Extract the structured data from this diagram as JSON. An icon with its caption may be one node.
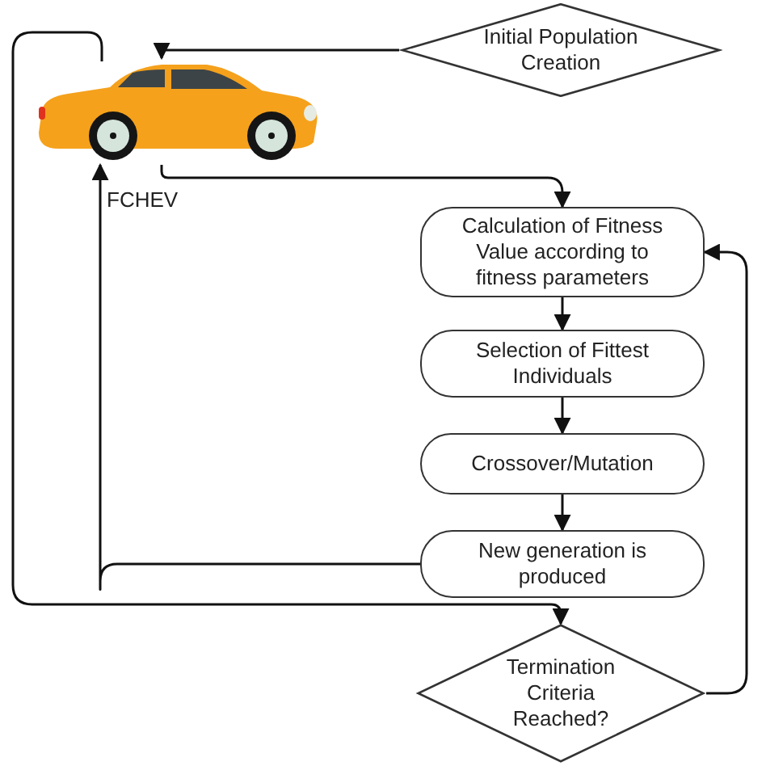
{
  "diagram": {
    "nodes": [
      {
        "text": [
          "Initial Population Creation"
        ]
      },
      {
        "text": [],
        "shape": "picture",
        "beside": [
          "FCHEV"
        ]
      },
      {
        "text": [
          "Calculation of Fitness Value according to fitness parameters"
        ]
      },
      {
        "text": [
          "Selection of Fittest Individuals"
        ]
      },
      {
        "text": [
          "Crossover/Mutation"
        ]
      },
      {
        "text": [
          "New generation is produced"
        ]
      },
      {
        "text": [
          "Termination Criteria Reached?"
        ]
      }
    ],
    "edges": [
      {
        "from": 0,
        "to": 1,
        "arrow": "to"
      },
      {
        "from": 1,
        "to": 2,
        "arrow": "to"
      },
      {
        "from": 2,
        "to": 3,
        "arrow": "to"
      },
      {
        "from": 3,
        "to": 4,
        "arrow": "to"
      },
      {
        "from": 4,
        "to": 5,
        "arrow": "to"
      },
      {
        "from": 5,
        "to": 1,
        "arrow": "to"
      },
      {
        "from": 1,
        "to": 6,
        "arrow": "to"
      },
      {
        "from": 6,
        "to": 2,
        "arrow": "to"
      }
    ]
  }
}
